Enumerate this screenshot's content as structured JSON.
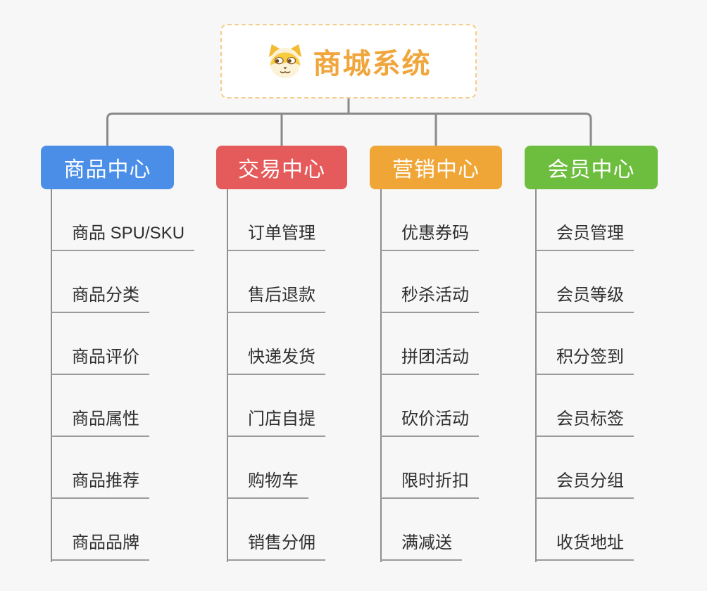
{
  "root": {
    "label": "商城系统",
    "icon": "dog-icon",
    "accent_color": "#F0A63C",
    "border_color": "#F5CD8B"
  },
  "connector_color": "#8A8A8A",
  "underline_color": "#9B9B9B",
  "leaf_text_color": "#2F2F2F",
  "background_color": "#F7F7F7",
  "branches": [
    {
      "label": "商品中心",
      "color": "#4A8EE8",
      "items": [
        "商品 SPU/SKU",
        "商品分类",
        "商品评价",
        "商品属性",
        "商品推荐",
        "商品品牌"
      ]
    },
    {
      "label": "交易中心",
      "color": "#E55A5A",
      "items": [
        "订单管理",
        "售后退款",
        "快递发货",
        "门店自提",
        "购物车",
        "销售分佣"
      ]
    },
    {
      "label": "营销中心",
      "color": "#F0A636",
      "items": [
        "优惠券码",
        "秒杀活动",
        "拼团活动",
        "砍价活动",
        "限时折扣",
        "满减送"
      ]
    },
    {
      "label": "会员中心",
      "color": "#6DBE3F",
      "items": [
        "会员管理",
        "会员等级",
        "积分签到",
        "会员标签",
        "会员分组",
        "收货地址"
      ]
    }
  ]
}
